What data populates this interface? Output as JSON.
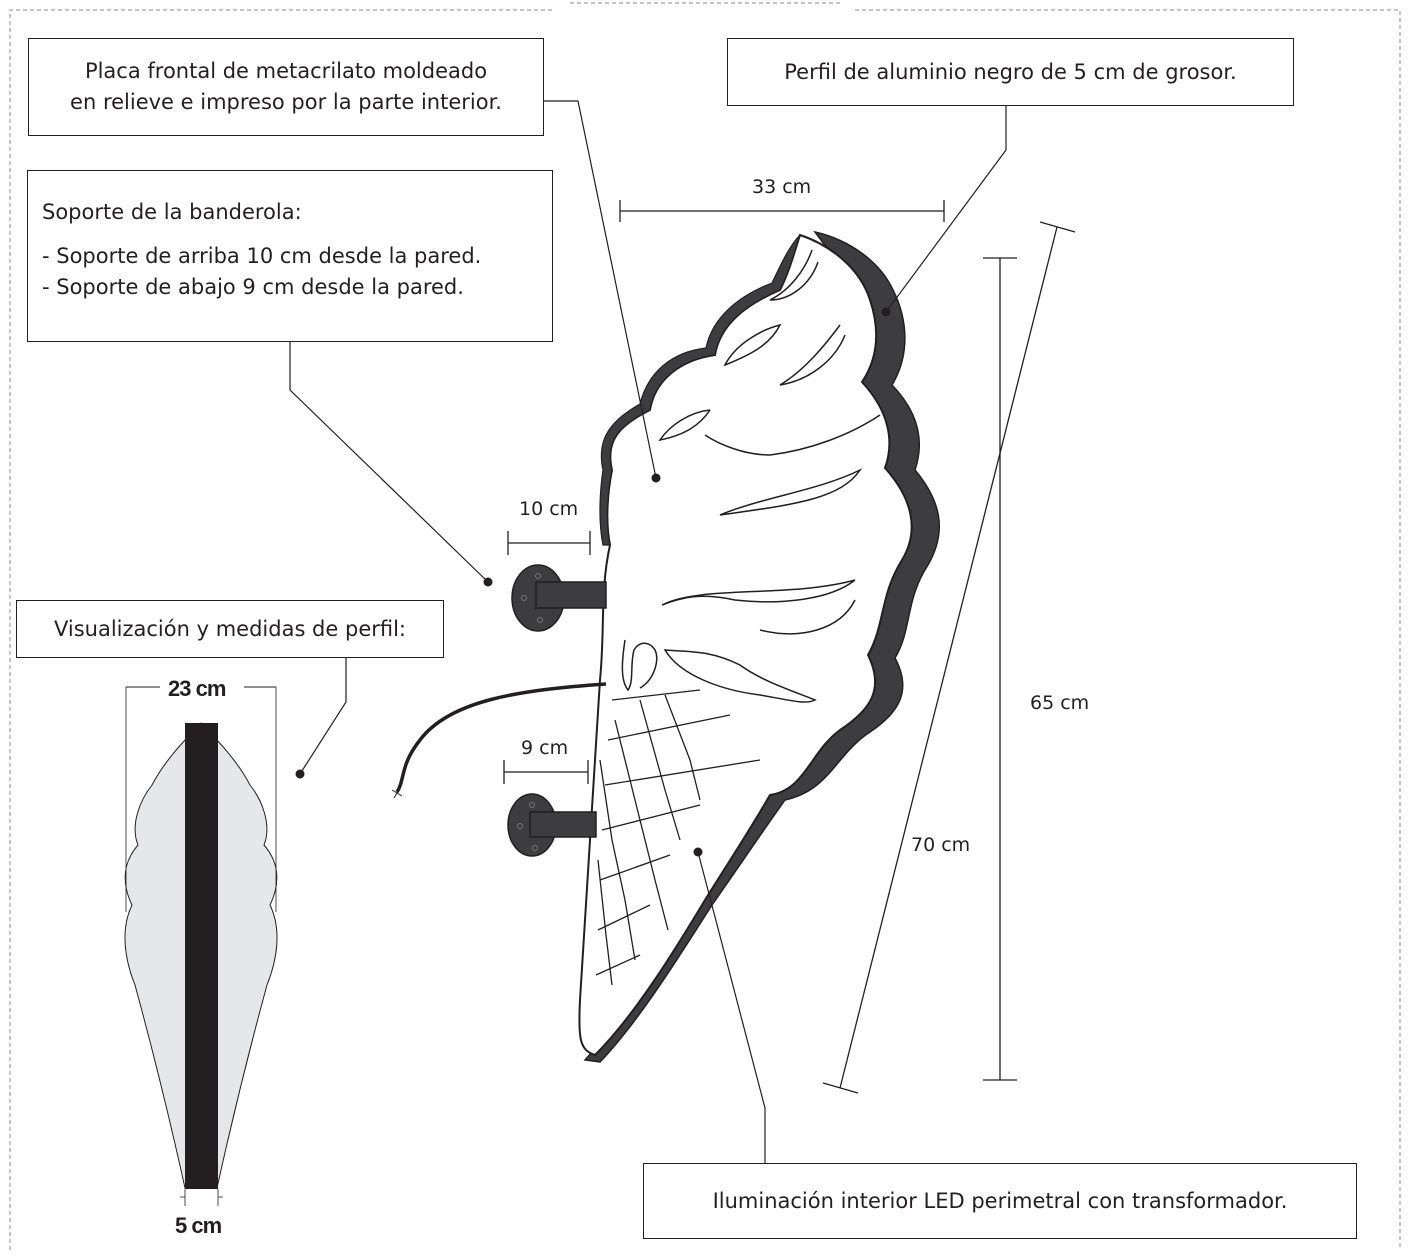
{
  "callouts": {
    "front_plate_line1": "Placa frontal de metacrilato moldeado",
    "front_plate_line2": "en relieve e impreso por la parte interior.",
    "profile": "Perfil de aluminio negro de 5 cm de grosor.",
    "support_title": "Soporte de la banderola:",
    "support_top": "- Soporte de arriba 10 cm desde la pared.",
    "support_bottom": "- Soporte de abajo 9 cm desde la pared.",
    "profile_view": "Visualización y medidas de perfil:",
    "lighting": "Iluminación interior LED perimetral con transformador."
  },
  "dimensions": {
    "width": "33 cm",
    "height": "65 cm",
    "diagonal": "70 cm",
    "top_support": "10 cm",
    "bottom_support": "9 cm",
    "profile_width": "23 cm",
    "profile_depth": "5 cm"
  },
  "colors": {
    "stroke": "#231f20",
    "profile_dark": "#3d3d3f",
    "side_fill": "#e6e7e8"
  }
}
